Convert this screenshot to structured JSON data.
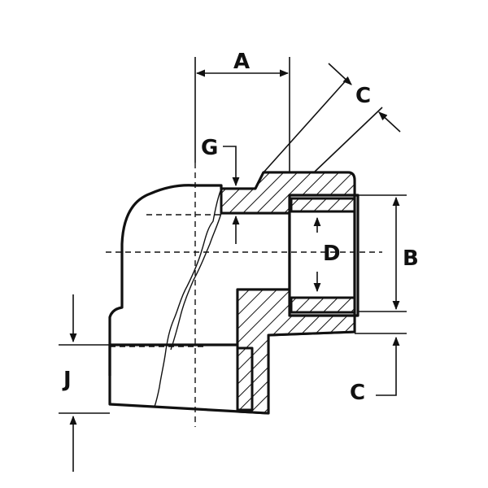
{
  "dimension_labels": {
    "a": "A",
    "b": "B",
    "c_top": "C",
    "c_bottom": "C",
    "d": "D",
    "g": "G",
    "j": "J"
  },
  "colors": {
    "ink": "#111111",
    "paper": "#ffffff"
  }
}
